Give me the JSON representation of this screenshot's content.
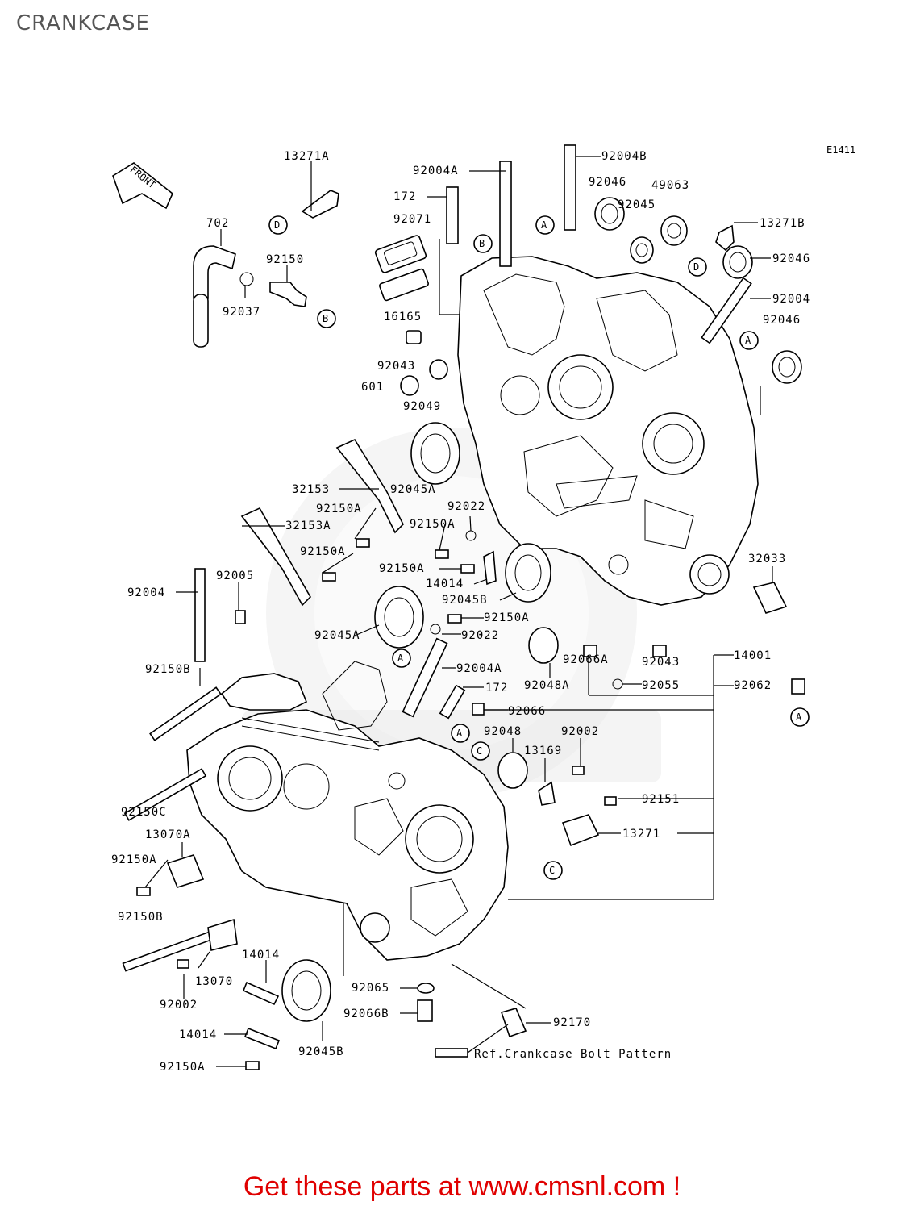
{
  "page": {
    "title": "CRANKCASE",
    "diagram_code": "E1411"
  },
  "front_arrow": {
    "label": "FRONT"
  },
  "cta": {
    "text": "Get these parts at www.cmsnl.com !"
  },
  "ref_note": {
    "text": "Ref.Crankcase Bolt Pattern"
  },
  "callouts": {
    "A": "A",
    "B": "B",
    "C": "C",
    "D": "D"
  },
  "parts": {
    "p13271A": "13271A",
    "p702": "702",
    "p92150": "92150",
    "p92037": "92037",
    "p92004A_top": "92004A",
    "p92004B": "92004B",
    "p172_top": "172",
    "p92071": "92071",
    "p16165": "16165",
    "p92046_a": "92046",
    "p49063": "49063",
    "p92045": "92045",
    "p13271B": "13271B",
    "p92046_b": "92046",
    "p92004_r": "92004",
    "p92046_c": "92046",
    "p92043_top": "92043",
    "p601": "601",
    "p92049": "92049",
    "p92045A_top": "92045A",
    "p32153": "32153",
    "p92150A_1": "92150A",
    "p32153A": "32153A",
    "p92022_top": "92022",
    "p92150A_2": "92150A",
    "p92150A_3": "92150A",
    "p92150A_4": "92150A",
    "p14014_top": "14014",
    "p92045B_top": "92045B",
    "p32033": "32033",
    "p92004_l": "92004",
    "p92005": "92005",
    "p92045A_mid": "92045A",
    "p92150A_5": "92150A",
    "p92022_mid": "92022",
    "p92066A": "92066A",
    "p92043_r": "92043",
    "p14001": "14001",
    "p92150B_top": "92150B",
    "p92004A_mid": "92004A",
    "p92048A": "92048A",
    "p92055": "92055",
    "p92062": "92062",
    "p172_mid": "172",
    "p92066": "92066",
    "p92048": "92048",
    "p92002_r": "92002",
    "p13169": "13169",
    "p92150C": "92150C",
    "p92151": "92151",
    "p13070A": "13070A",
    "p13271": "13271",
    "p92150A_6": "92150A",
    "p92150B_bot": "92150B",
    "p14014_mid": "14014",
    "p13070": "13070",
    "p92002_l": "92002",
    "p92065": "92065",
    "p92066B": "92066B",
    "p92170": "92170",
    "p14014_bot": "14014",
    "p45B_bot": "92045B",
    "p92150A_7": "92150A"
  }
}
